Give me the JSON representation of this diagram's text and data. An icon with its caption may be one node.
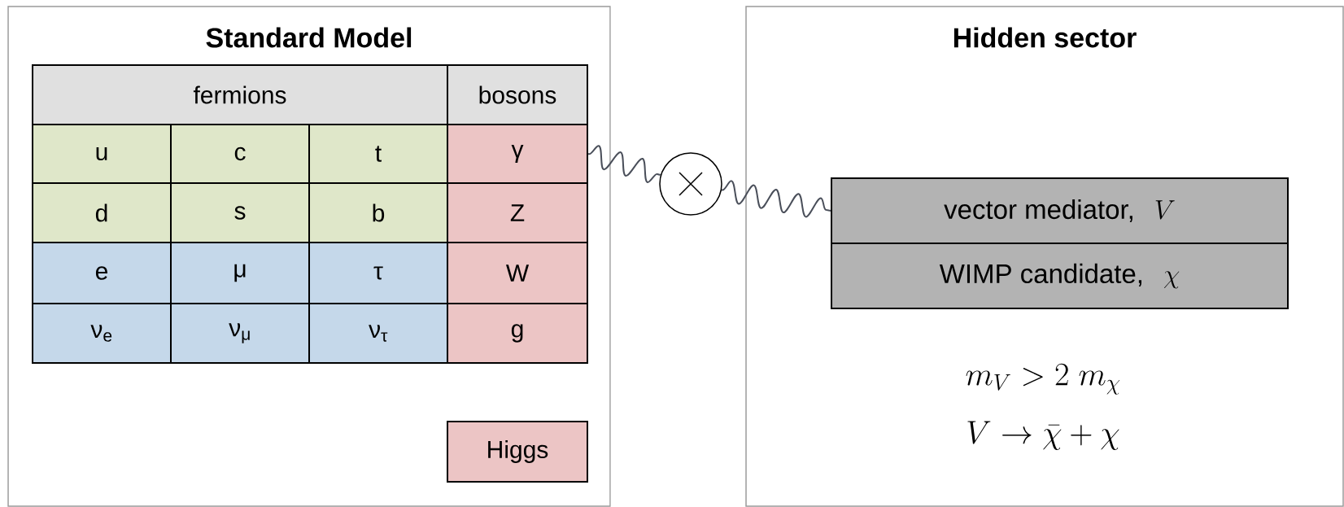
{
  "diagram": {
    "nodes": [
      {
        "text": [
          "Standard Model"
        ]
      },
      {
        "text": [
          "fermions"
        ],
        "in": 0
      },
      {
        "text": [
          "bosons"
        ],
        "in": 0
      },
      {
        "text": [
          "u"
        ],
        "in": 0
      },
      {
        "text": [
          "c"
        ],
        "in": 0
      },
      {
        "text": [
          "t"
        ],
        "in": 0
      },
      {
        "text": [
          "γ"
        ],
        "in": 0
      },
      {
        "text": [
          "d"
        ],
        "in": 0
      },
      {
        "text": [
          "s"
        ],
        "in": 0
      },
      {
        "text": [
          "b"
        ],
        "in": 0
      },
      {
        "text": [
          "Z"
        ],
        "in": 0
      },
      {
        "text": [
          "e"
        ],
        "in": 0
      },
      {
        "text": [
          "μ"
        ],
        "in": 0
      },
      {
        "text": [
          "τ"
        ],
        "in": 0
      },
      {
        "text": [
          "W"
        ],
        "in": 0
      },
      {
        "text": [
          "ν$_{e}$"
        ],
        "in": 0
      },
      {
        "text": [
          "ν$_{μ}$"
        ],
        "in": 0
      },
      {
        "text": [
          "ν$_{τ}$"
        ],
        "in": 0
      },
      {
        "text": [
          "g"
        ],
        "in": 0
      },
      {
        "text": [
          "Higgs"
        ],
        "in": 0
      },
      {
        "text": [],
        "shape": "circle"
      },
      {
        "text": [
          "Hidden sector"
        ]
      },
      {
        "text": [
          "vector mediator,",
          "V"
        ],
        "in": 21
      },
      {
        "text": [
          "WIMP candidate,",
          "\\chi"
        ],
        "in": 21
      }
    ],
    "edges": [
      {
        "from": 6,
        "to": 20,
        "arrow": "none"
      },
      {
        "from": 20,
        "to": 22,
        "arrow": "none"
      }
    ],
    "labels": [
      "m_V > 2\\ m_\\chi",
      "V \\to \\bar\\chi + \\chi"
    ]
  }
}
